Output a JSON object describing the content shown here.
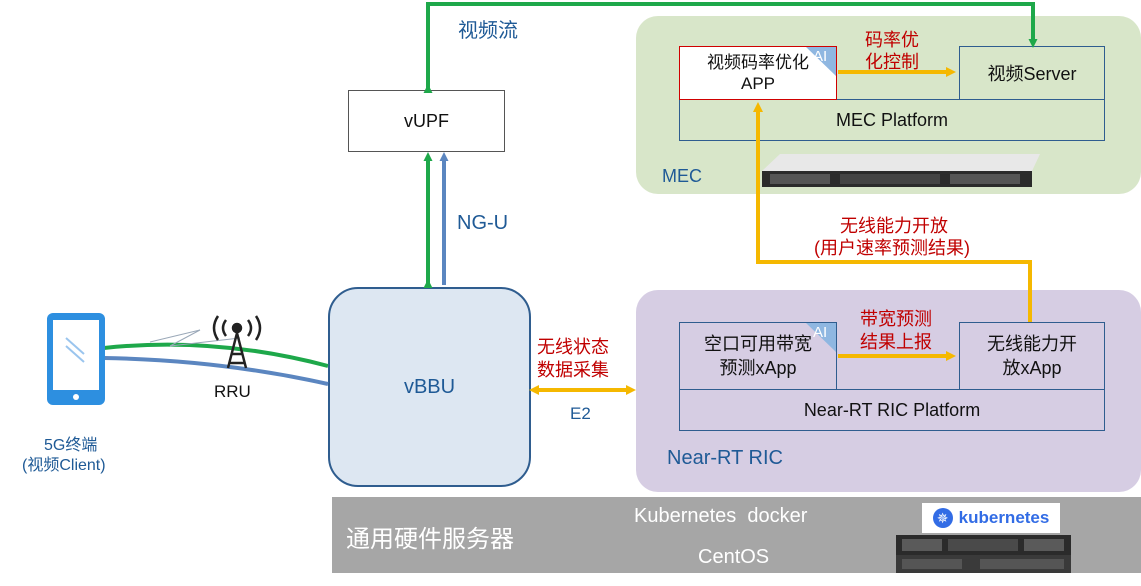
{
  "labels": {
    "video_stream": "视频流",
    "vupf": "vUPF",
    "ngu": "NG-U",
    "vbbu": "vBBU",
    "rru": "RRU",
    "terminal_line1": "5G终端",
    "terminal_line2": "(视频Client)",
    "e2": "E2",
    "wireless_state_line1": "无线状态",
    "wireless_state_line2": "数据采集",
    "rate_opt_line1": "码率优",
    "rate_opt_line2": "化控制",
    "wireless_open_line1": "无线能力开放",
    "wireless_open_line2": "(用户速率预测结果)",
    "bandwidth_report_line1": "带宽预测",
    "bandwidth_report_line2": "结果上报"
  },
  "mec": {
    "label": "MEC",
    "app_line1": "视频码率优化",
    "app_line2": "APP",
    "ai_badge": "AI",
    "server": "视频Server",
    "platform": "MEC Platform"
  },
  "ric": {
    "label": "Near-RT RIC",
    "xapp1_line1": "空口可用带宽",
    "xapp1_line2": "预测xApp",
    "ai_badge": "AI",
    "xapp2_line1": "无线能力开",
    "xapp2_line2": "放xApp",
    "platform": "Near-RT RIC Platform"
  },
  "hardware": {
    "title": "通用硬件服务器",
    "k8s_docker": "Kubernetes  docker",
    "centos": "CentOS",
    "k8s_logo": "kubernetes"
  },
  "colors": {
    "green": "#1ea84a",
    "blue_link": "#5b86c0",
    "yellow": "#f5b800",
    "red_text": "#c00000",
    "blue_text": "#1f5a96",
    "mec_bg": "#d8e6c9",
    "ric_bg": "#d6cde3",
    "vbbu_bg": "#dde7f2",
    "hw_bg": "#a6a6a6"
  }
}
